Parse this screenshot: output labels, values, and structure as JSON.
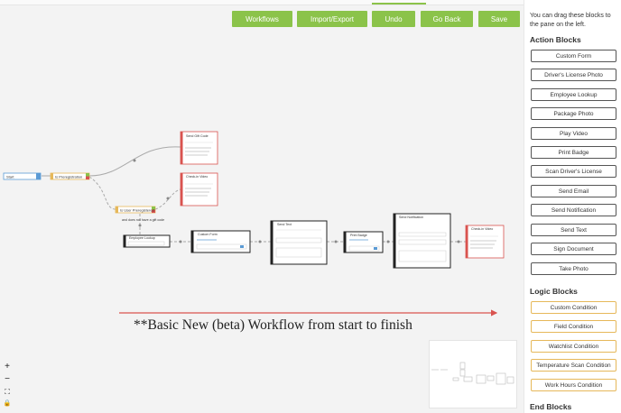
{
  "toolbar": {
    "workflows": "Workflows",
    "import_export": "Import/Export",
    "undo": "Undo",
    "go_back": "Go Back",
    "save": "Save"
  },
  "panel": {
    "hint": "You can drag these blocks to the pane on the left.",
    "action_blocks_title": "Action Blocks",
    "action_blocks": [
      "Custom Form",
      "Driver's License Photo",
      "Employee Lookup",
      "Package Photo",
      "Play Video",
      "Print Badge",
      "Scan Driver's License",
      "Send Email",
      "Send Notification",
      "Send Text",
      "Sign Document",
      "Take Photo"
    ],
    "logic_blocks_title": "Logic Blocks",
    "logic_blocks": [
      "Custom Condition",
      "Field Condition",
      "Watchlist Condition",
      "Temperature Scan Condition",
      "Work Hours Condition"
    ],
    "end_blocks_title": "End Blocks"
  },
  "caption": "**Basic New (beta) Workflow from start to finish",
  "zoom": {
    "plus": "+",
    "minus": "−",
    "fit": "⛶",
    "lock": "🔒"
  },
  "colors": {
    "accent": "#8bc34a",
    "arrow": "#d9534f",
    "node_red": "#d9534f",
    "logic_border": "#e6b85a"
  },
  "nodes": {
    "start": "Start",
    "prereg": "Is Preregistration",
    "prereg2": "Is User Preregistered",
    "send_gift_code": "Send Gift Code",
    "check_in_video": "Check-in Video",
    "employee_lookup": "Employee Lookup",
    "custom_form": "Custom Form",
    "send_text": "Send Text",
    "print_badge": "Print Badge",
    "send_notification": "Send Notification",
    "check_in_video_2": "Check-in Video",
    "label_no_gift": "and does not have a gift code"
  }
}
